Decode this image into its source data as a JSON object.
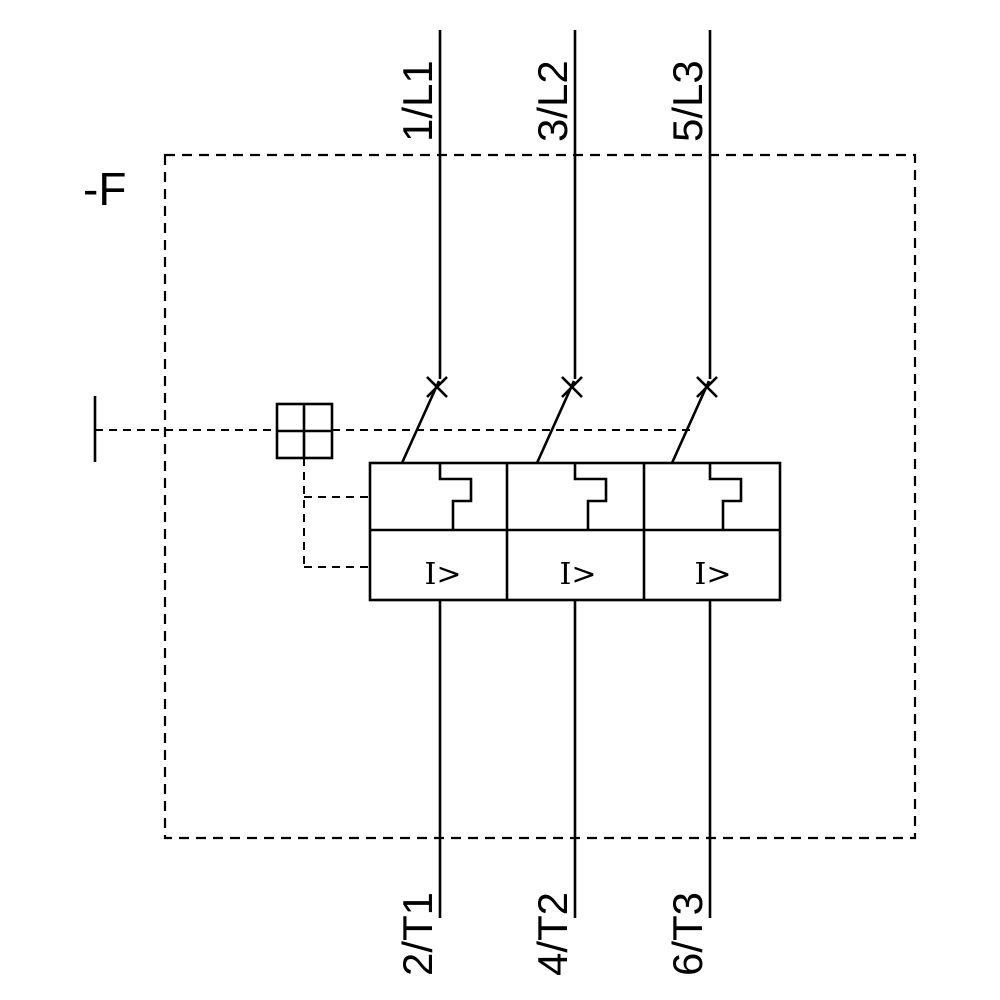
{
  "diagram": {
    "type": "circuit-breaker-schematic",
    "device_label": "-F",
    "colors": {
      "stroke": "#000000",
      "background": "#ffffff"
    },
    "poles": [
      {
        "top_terminal": "1/L1",
        "bottom_terminal": "2/T1",
        "magnetic_symbol": "I>"
      },
      {
        "top_terminal": "3/L2",
        "bottom_terminal": "4/T2",
        "magnetic_symbol": "I>"
      },
      {
        "top_terminal": "5/L3",
        "bottom_terminal": "6/T3",
        "magnetic_symbol": "I>"
      }
    ]
  }
}
